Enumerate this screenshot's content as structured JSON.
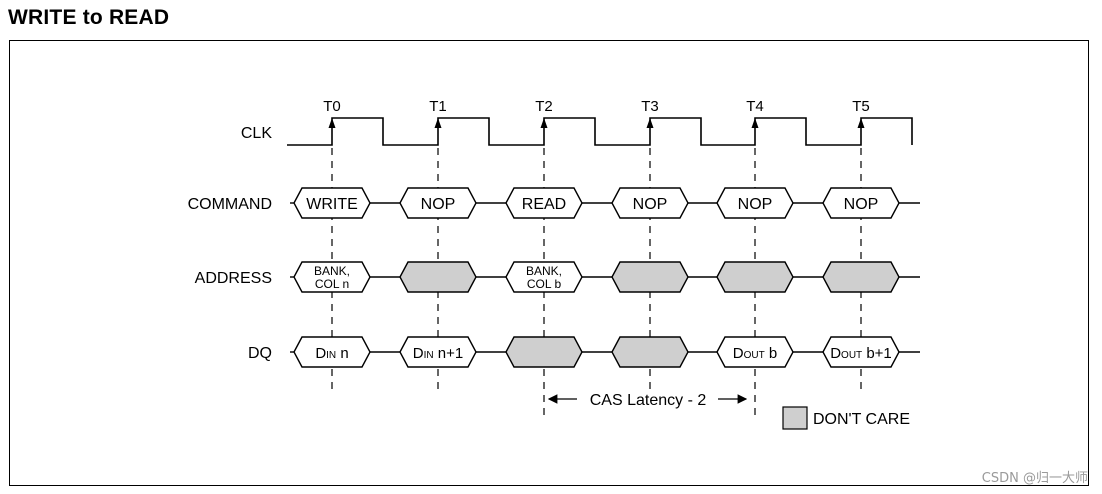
{
  "title": "WRITE to READ",
  "signals": {
    "clk": "CLK",
    "command": "COMMAND",
    "address": "ADDRESS",
    "dq": "DQ"
  },
  "clock_edges": [
    "T0",
    "T1",
    "T2",
    "T3",
    "T4",
    "T5"
  ],
  "command_values": [
    "WRITE",
    "NOP",
    "READ",
    "NOP",
    "NOP",
    "NOP"
  ],
  "address_values": [
    {
      "line1": "BANK,",
      "line2": "COL n"
    },
    {
      "dontcare": true
    },
    {
      "line1": "BANK,",
      "line2": "COL b"
    },
    {
      "dontcare": true
    },
    {
      "dontcare": true
    },
    {
      "dontcare": true
    }
  ],
  "dq_values": [
    {
      "main": "D",
      "sub": "IN",
      "rest": " n"
    },
    {
      "main": "D",
      "sub": "IN",
      "rest": " n+1"
    },
    {
      "dontcare": true
    },
    {
      "dontcare": true
    },
    {
      "main": "D",
      "sub": "OUT",
      "rest": " b"
    },
    {
      "main": "D",
      "sub": "OUT",
      "rest": " b+1"
    }
  ],
  "cas_latency_label": "CAS Latency - 2",
  "legend_label": "DON'T CARE",
  "colors": {
    "dontcare_fill": "#cfcfcf",
    "line": "#000000"
  },
  "watermark": "CSDN @归一大师"
}
